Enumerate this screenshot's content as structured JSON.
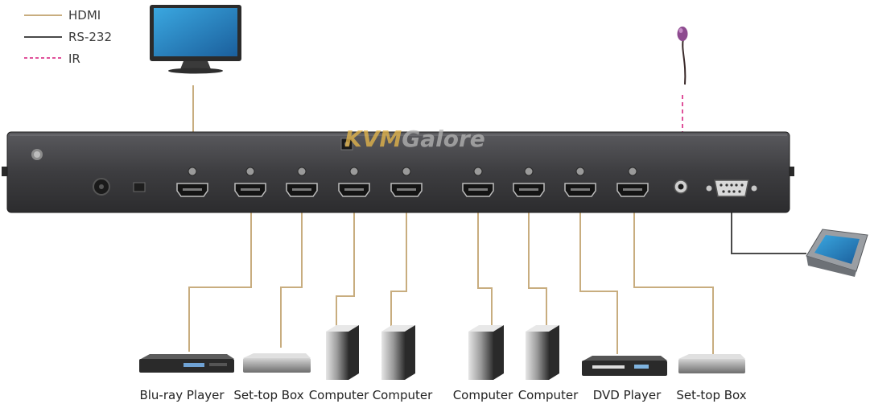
{
  "legend": [
    {
      "label": "HDMI",
      "color": "#c8ad7f",
      "style": "solid"
    },
    {
      "label": "RS-232",
      "color": "#4a4a4a",
      "style": "solid"
    },
    {
      "label": "IR",
      "color": "#e0529b",
      "style": "dashed"
    }
  ],
  "watermark": {
    "part1": "KVM",
    "part2": "Galore",
    "color1": "#e9b94a",
    "color2": "#b5b5b5"
  },
  "devices": [
    {
      "label": "Blu-ray Player",
      "icon": "bluray-player-icon"
    },
    {
      "label": "Set-top Box",
      "icon": "settop-box-icon"
    },
    {
      "label": "Computer",
      "icon": "computer-tower-icon"
    },
    {
      "label": "Computer",
      "icon": "computer-tower-icon"
    },
    {
      "label": "Computer",
      "icon": "computer-tower-icon"
    },
    {
      "label": "Computer",
      "icon": "computer-tower-icon"
    },
    {
      "label": "DVD Player",
      "icon": "dvd-player-icon"
    },
    {
      "label": "Set-top Box",
      "icon": "settop-box-icon"
    }
  ],
  "top_devices": [
    {
      "icon": "monitor-icon"
    },
    {
      "icon": "ir-receiver-icon"
    },
    {
      "icon": "touch-panel-icon"
    }
  ],
  "colors": {
    "switch_body": "#3d3d40",
    "hdmi": "#c8ad7f",
    "rs232": "#4a4a4a",
    "ir": "#e0529b"
  }
}
